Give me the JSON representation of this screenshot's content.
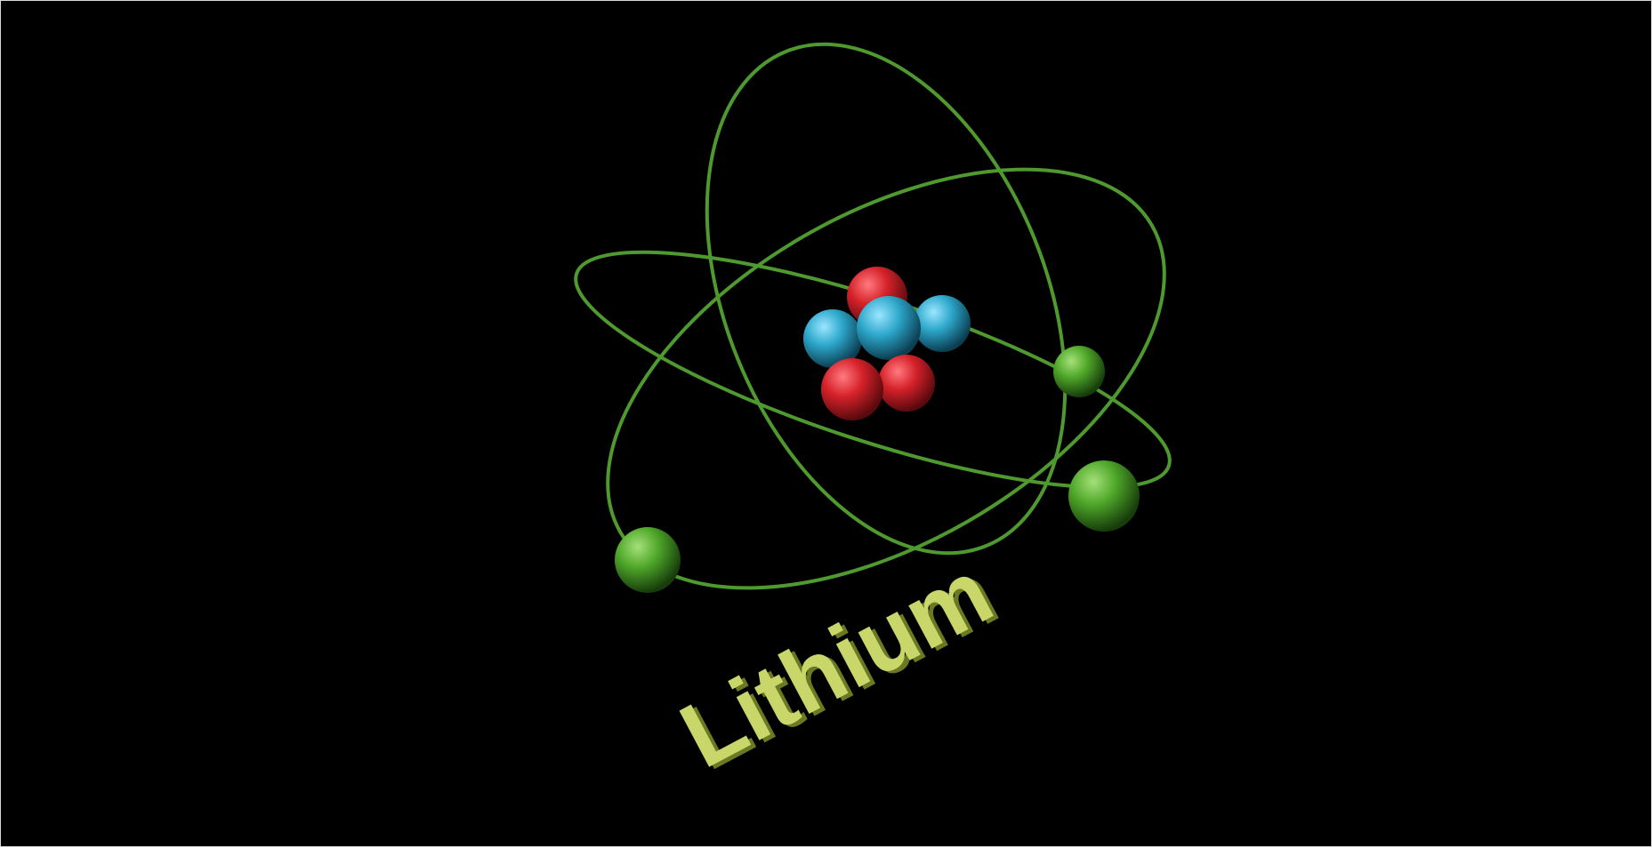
{
  "image": {
    "label": "Lithium",
    "colors": {
      "background": "#000000",
      "orbit": "#4f9a2e",
      "electron": "#4fa82a",
      "proton": "#d6222a",
      "neutron": "#2ea8cc",
      "label": "#c9d76a",
      "label_shadow": "#6b7a22"
    },
    "particles": {
      "protons": 3,
      "neutrons": 3,
      "electrons": 3
    }
  }
}
